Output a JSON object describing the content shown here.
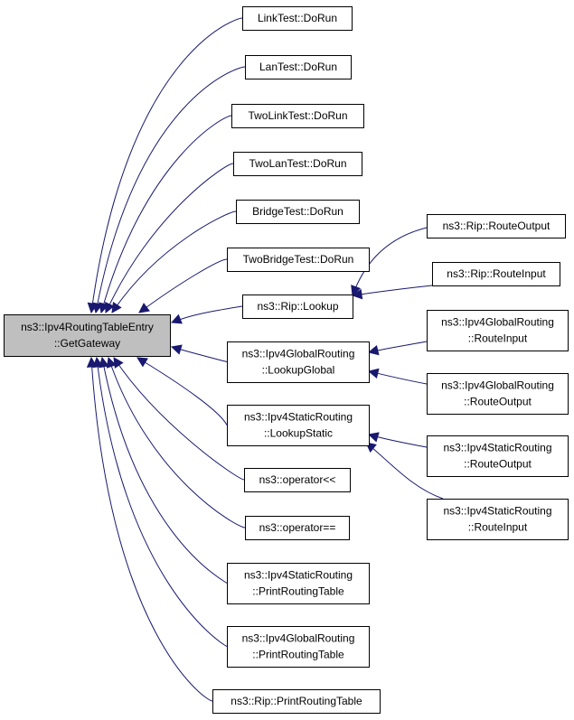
{
  "graph": {
    "edge_color": "#191970",
    "root_fill": "#bfbfbf",
    "root": {
      "lines": [
        "ns3::Ipv4RoutingTableEntry",
        "::GetGateway"
      ]
    },
    "callers": [
      {
        "id": "linktest",
        "lines": [
          "LinkTest::DoRun"
        ]
      },
      {
        "id": "lantest",
        "lines": [
          "LanTest::DoRun"
        ]
      },
      {
        "id": "twolinktest",
        "lines": [
          "TwoLinkTest::DoRun"
        ]
      },
      {
        "id": "twolantest",
        "lines": [
          "TwoLanTest::DoRun"
        ]
      },
      {
        "id": "bridgetest",
        "lines": [
          "BridgeTest::DoRun"
        ]
      },
      {
        "id": "twobridgetest",
        "lines": [
          "TwoBridgeTest::DoRun"
        ]
      },
      {
        "id": "rip-lookup",
        "lines": [
          "ns3::Rip::Lookup"
        ]
      },
      {
        "id": "global-lookupglobal",
        "lines": [
          "ns3::Ipv4GlobalRouting",
          "::LookupGlobal"
        ]
      },
      {
        "id": "static-lookupstatic",
        "lines": [
          "ns3::Ipv4StaticRouting",
          "::LookupStatic"
        ]
      },
      {
        "id": "operator-shl",
        "lines": [
          "ns3::operator<<"
        ]
      },
      {
        "id": "operator-eq",
        "lines": [
          "ns3::operator=="
        ]
      },
      {
        "id": "static-printroutingtable",
        "lines": [
          "ns3::Ipv4StaticRouting",
          "::PrintRoutingTable"
        ]
      },
      {
        "id": "global-printroutingtable",
        "lines": [
          "ns3::Ipv4GlobalRouting",
          "::PrintRoutingTable"
        ]
      },
      {
        "id": "rip-printroutingtable",
        "lines": [
          "ns3::Rip::PrintRoutingTable"
        ]
      }
    ],
    "second_level": [
      {
        "id": "rip-routeoutput",
        "lines": [
          "ns3::Rip::RouteOutput"
        ],
        "calls": "rip-lookup"
      },
      {
        "id": "rip-routeinput",
        "lines": [
          "ns3::Rip::RouteInput"
        ],
        "calls": "rip-lookup"
      },
      {
        "id": "global-routeinput",
        "lines": [
          "ns3::Ipv4GlobalRouting",
          "::RouteInput"
        ],
        "calls": "global-lookupglobal"
      },
      {
        "id": "global-routeoutput",
        "lines": [
          "ns3::Ipv4GlobalRouting",
          "::RouteOutput"
        ],
        "calls": "global-lookupglobal"
      },
      {
        "id": "static-routeoutput",
        "lines": [
          "ns3::Ipv4StaticRouting",
          "::RouteOutput"
        ],
        "calls": "static-lookupstatic"
      },
      {
        "id": "static-routeinput",
        "lines": [
          "ns3::Ipv4StaticRouting",
          "::RouteInput"
        ],
        "calls": "static-lookupstatic"
      }
    ]
  }
}
